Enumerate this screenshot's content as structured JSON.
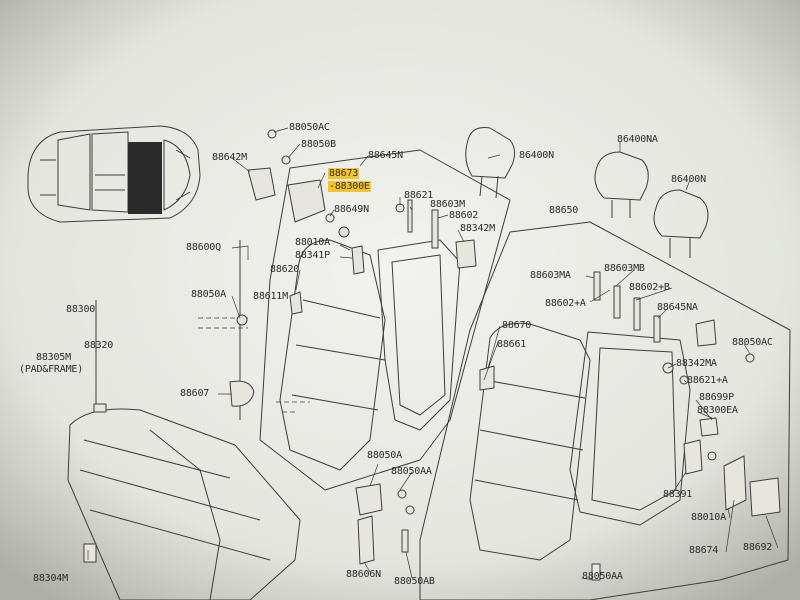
{
  "highlight_color": "#f4c430",
  "labels": {
    "l88050ac_top": "88050AC",
    "l88050b": "88050B",
    "l88642m": "88642M",
    "l88645n": "88645N",
    "l88673": "88673",
    "l88300e": "-88300E",
    "l86400n": "86400N",
    "l86400na": "86400NA",
    "l86400n_b": "86400N",
    "l88621": "88621",
    "l88603m": "88603M",
    "l88649n": "88649N",
    "l88602": "88602",
    "l88650": "88650",
    "l88010a_l": "88010A",
    "l88342m": "88342M",
    "l88341p": "88341P",
    "l88600q": "88600Q",
    "l88620": "88620",
    "l88050a_l": "88050A",
    "l88611m": "88611M",
    "l88300": "88300",
    "l88603ma": "88603MA",
    "l88603mb": "88603MB",
    "l88602b": "88602+B",
    "l88602a": "88602+A",
    "l88645na": "88645NA",
    "l88670": "88670",
    "l88050ac_r": "88050AC",
    "l88305m": "88305M",
    "l88305sub": "(PAD&FRAME)",
    "l88320": "88320",
    "l88661": "88661",
    "l88342ma": "88342MA",
    "l88621a": "88621+A",
    "l88699p": "88699P",
    "l88300ea": "88300EA",
    "l88607": "88607",
    "l88050a_m": "88050A",
    "l88050aa_m": "88050AA",
    "l88391": "88391",
    "l88010a_r": "88010A",
    "l88674": "88674",
    "l88692": "88692",
    "l88304m": "88304M",
    "l88606n": "88606N",
    "l88050ab": "88050AB",
    "l88050aa_b": "88050AA"
  }
}
